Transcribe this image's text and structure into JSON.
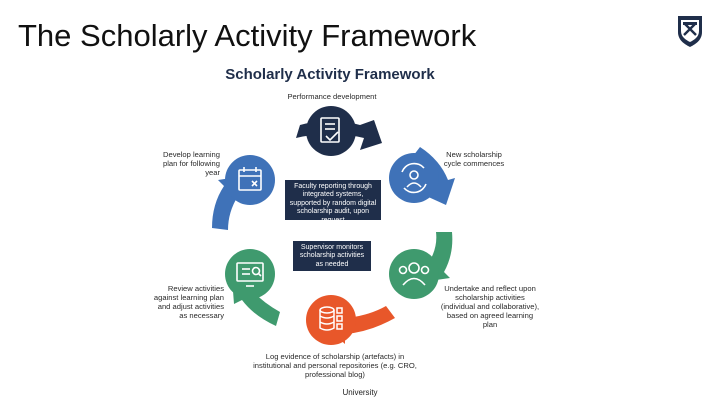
{
  "slide": {
    "title": "The Scholarly Activity Framework",
    "footer": "University"
  },
  "diagram": {
    "title": "Scholarly Activity Framework",
    "stages": [
      {
        "label": "Performance development",
        "icon": "document-icon",
        "color": "#1f2e4a"
      },
      {
        "label": "New scholarship cycle commences",
        "icon": "cycle-person-icon",
        "color": "#3f72b8"
      },
      {
        "label": "Undertake and reflect upon scholarship activities (individual and collaborative), based on agreed learning plan",
        "icon": "group-icon",
        "color": "#3f9a6e"
      },
      {
        "label": "Log evidence of scholarship (artefacts) in institutional and personal repositories (e.g. CRO, professional blog)",
        "icon": "database-icon",
        "color": "#e8572a"
      },
      {
        "label": "Review activities against learning plan and adjust activities as necessary",
        "icon": "monitor-search-icon",
        "color": "#3f9a6e"
      },
      {
        "label": "Develop learning plan for following year",
        "icon": "calendar-icon",
        "color": "#3f72b8"
      }
    ],
    "center_boxes": [
      "Faculty reporting through integrated systems, supported by random digital scholarship audit, upon request",
      "Supervisor monitors scholarship activities as needed"
    ]
  }
}
